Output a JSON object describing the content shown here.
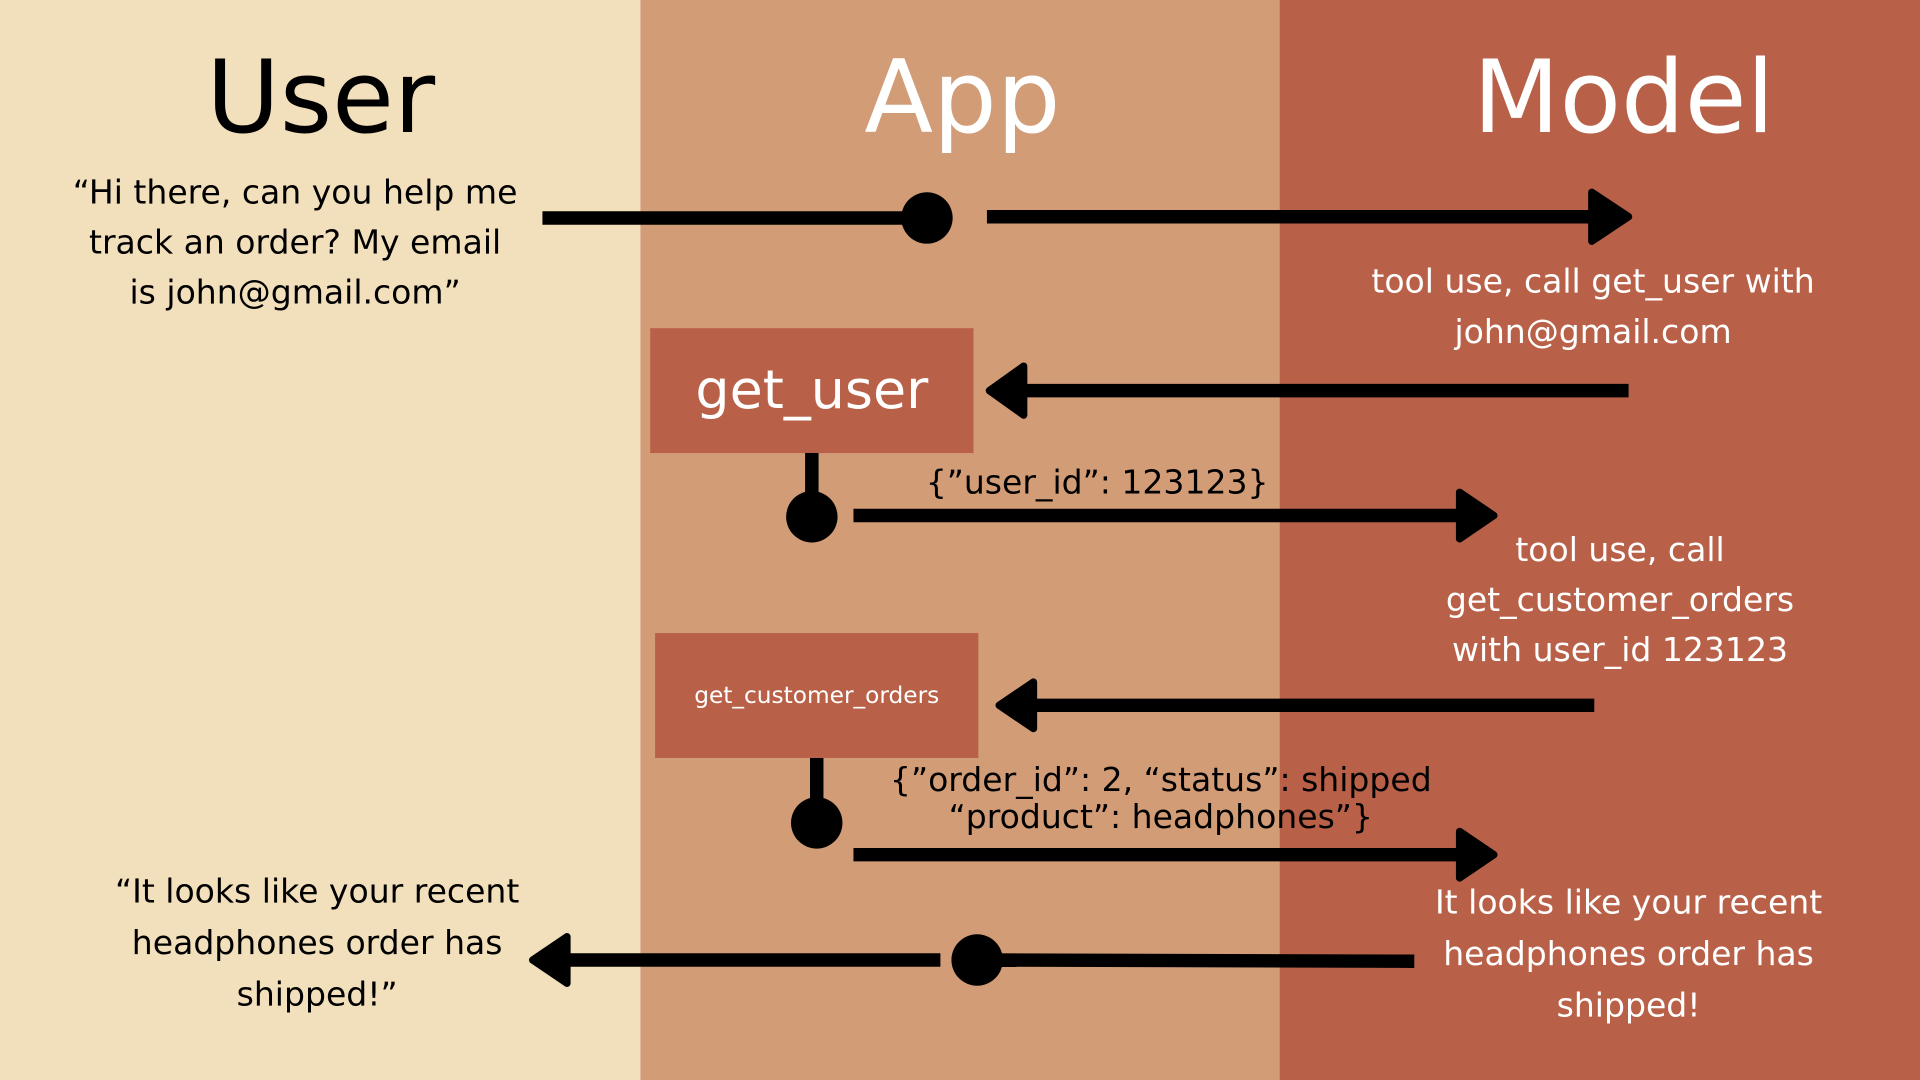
{
  "columns": {
    "user": "User",
    "app": "App",
    "model": "Model"
  },
  "colors": {
    "user_bg": "#F2DFBB",
    "app_bg": "#D29C77",
    "model_bg": "#B86148",
    "tool_box": "#B86148"
  },
  "user_message": [
    "“Hi there, can you help me",
    "track an order? My email",
    "is john@gmail.com”"
  ],
  "model_step1": [
    "tool use, call get_user with",
    "john@gmail.com"
  ],
  "tool1": {
    "name": "get_user",
    "result": "{”user_id”: 123123}"
  },
  "model_step2": [
    "tool use, call",
    "get_customer_orders",
    "with user_id 123123"
  ],
  "tool2": {
    "name": "get_customer_orders",
    "result": [
      "{”order_id”: 2, “status”: shipped",
      "“product”: headphones”}"
    ]
  },
  "model_reply": [
    "It looks like your recent",
    "headphones order has",
    "shipped!"
  ],
  "user_reply": [
    "“It looks like your recent",
    "headphones order has",
    "shipped!”"
  ]
}
